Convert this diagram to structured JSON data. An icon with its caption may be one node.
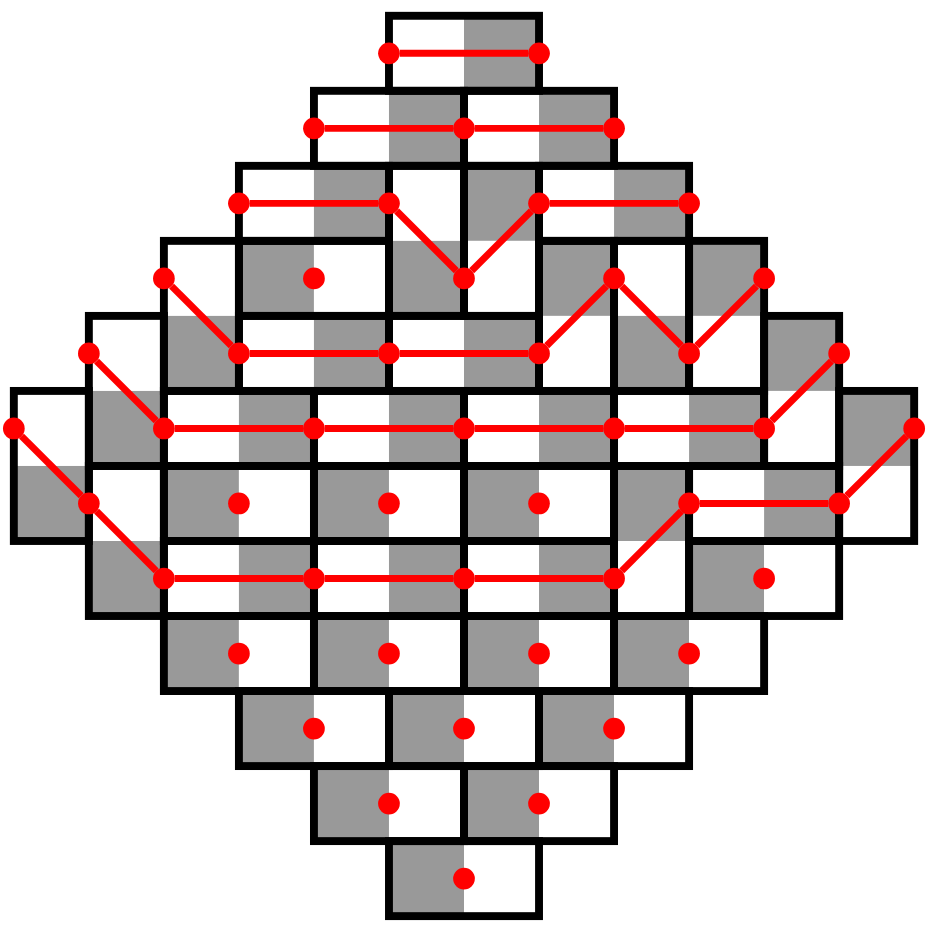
{
  "diagram": {
    "nodes": [
      {
        "text": [],
        "shape": "circle"
      },
      {
        "text": [],
        "shape": "circle"
      },
      {
        "text": [],
        "shape": "circle"
      },
      {
        "text": [],
        "shape": "circle"
      },
      {
        "text": [],
        "shape": "circle"
      },
      {
        "text": [],
        "shape": "circle"
      },
      {
        "text": [],
        "shape": "circle"
      },
      {
        "text": [],
        "shape": "circle"
      },
      {
        "text": [],
        "shape": "circle"
      },
      {
        "text": [],
        "shape": "circle"
      },
      {
        "text": [],
        "shape": "circle"
      },
      {
        "text": [],
        "shape": "circle"
      },
      {
        "text": [],
        "shape": "circle"
      },
      {
        "text": [],
        "shape": "circle"
      },
      {
        "text": [],
        "shape": "circle"
      },
      {
        "text": [],
        "shape": "circle"
      },
      {
        "text": [],
        "shape": "circle"
      },
      {
        "text": [],
        "shape": "circle"
      },
      {
        "text": [],
        "shape": "circle"
      },
      {
        "text": [],
        "shape": "circle"
      },
      {
        "text": [],
        "shape": "circle"
      },
      {
        "text": [],
        "shape": "circle"
      },
      {
        "text": [],
        "shape": "circle"
      },
      {
        "text": [],
        "shape": "circle"
      },
      {
        "text": [],
        "shape": "circle"
      },
      {
        "text": [],
        "shape": "circle"
      },
      {
        "text": [],
        "shape": "circle"
      },
      {
        "text": [],
        "shape": "circle"
      },
      {
        "text": [],
        "shape": "circle"
      },
      {
        "text": [],
        "shape": "circle"
      },
      {
        "text": [],
        "shape": "circle"
      },
      {
        "text": [],
        "shape": "circle"
      },
      {
        "text": [],
        "shape": "circle"
      },
      {
        "text": [],
        "shape": "circle"
      },
      {
        "text": [],
        "shape": "circle"
      },
      {
        "text": [],
        "shape": "circle"
      },
      {
        "text": [],
        "shape": "circle"
      },
      {
        "text": [],
        "shape": "circle"
      },
      {
        "text": [],
        "shape": "circle"
      },
      {
        "text": [],
        "shape": "circle"
      },
      {
        "text": [],
        "shape": "circle"
      },
      {
        "text": [],
        "shape": "circle"
      },
      {
        "text": [],
        "shape": "circle"
      },
      {
        "text": [],
        "shape": "circle"
      },
      {
        "text": [],
        "shape": "circle"
      },
      {
        "text": [],
        "shape": "circle"
      },
      {
        "text": [],
        "shape": "circle"
      },
      {
        "text": [],
        "shape": "circle"
      }
    ],
    "edges": [
      {
        "from": 0,
        "to": 1,
        "arrow": "none"
      },
      {
        "from": 2,
        "to": 3,
        "arrow": "none"
      },
      {
        "from": 3,
        "to": 4,
        "arrow": "none"
      },
      {
        "from": 5,
        "to": 6,
        "arrow": "none"
      },
      {
        "from": 6,
        "to": 11,
        "arrow": "none"
      },
      {
        "from": 11,
        "to": 7,
        "arrow": "none"
      },
      {
        "from": 7,
        "to": 8,
        "arrow": "none"
      },
      {
        "from": 9,
        "to": 15,
        "arrow": "none"
      },
      {
        "from": 15,
        "to": 16,
        "arrow": "none"
      },
      {
        "from": 16,
        "to": 17,
        "arrow": "none"
      },
      {
        "from": 17,
        "to": 12,
        "arrow": "none"
      },
      {
        "from": 12,
        "to": 18,
        "arrow": "none"
      },
      {
        "from": 18,
        "to": 13,
        "arrow": "none"
      },
      {
        "from": 14,
        "to": 21,
        "arrow": "none"
      },
      {
        "from": 21,
        "to": 22,
        "arrow": "none"
      },
      {
        "from": 22,
        "to": 23,
        "arrow": "none"
      },
      {
        "from": 23,
        "to": 24,
        "arrow": "none"
      },
      {
        "from": 24,
        "to": 25,
        "arrow": "none"
      },
      {
        "from": 25,
        "to": 19,
        "arrow": "none"
      },
      {
        "from": 20,
        "to": 27,
        "arrow": "none"
      },
      {
        "from": 27,
        "to": 33,
        "arrow": "none"
      },
      {
        "from": 33,
        "to": 34,
        "arrow": "none"
      },
      {
        "from": 34,
        "to": 35,
        "arrow": "none"
      },
      {
        "from": 35,
        "to": 36,
        "arrow": "none"
      },
      {
        "from": 36,
        "to": 31,
        "arrow": "none"
      },
      {
        "from": 31,
        "to": 32,
        "arrow": "none"
      },
      {
        "from": 32,
        "to": 26,
        "arrow": "none"
      }
    ]
  }
}
